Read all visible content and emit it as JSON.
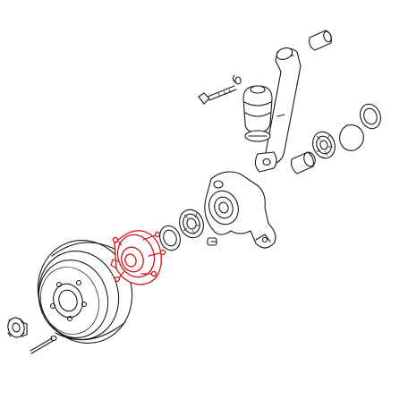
{
  "diagram": {
    "type": "exploded-parts-view",
    "highlight_color": "#d41414",
    "line_color": "#1a1a1a",
    "background": "#ffffff",
    "parts": [
      {
        "id": "brake-drum",
        "highlighted": false
      },
      {
        "id": "axle-nut",
        "highlighted": false
      },
      {
        "id": "cotter-pin",
        "highlighted": false
      },
      {
        "id": "wheel-hub",
        "highlighted": true
      },
      {
        "id": "grease-seal",
        "highlighted": false
      },
      {
        "id": "outer-bearing",
        "highlighted": false
      },
      {
        "id": "spindle-knuckle",
        "highlighted": false
      },
      {
        "id": "inner-spacer",
        "highlighted": false
      },
      {
        "id": "inner-bearing",
        "highlighted": false
      },
      {
        "id": "snap-ring",
        "highlighted": false
      },
      {
        "id": "inner-seal",
        "highlighted": false
      },
      {
        "id": "control-arm",
        "highlighted": false
      },
      {
        "id": "rubber-bushing",
        "highlighted": false
      },
      {
        "id": "mounting-bolt",
        "highlighted": false
      },
      {
        "id": "retaining-clip",
        "highlighted": false
      },
      {
        "id": "arm-bushing-sleeve",
        "highlighted": false
      }
    ]
  }
}
